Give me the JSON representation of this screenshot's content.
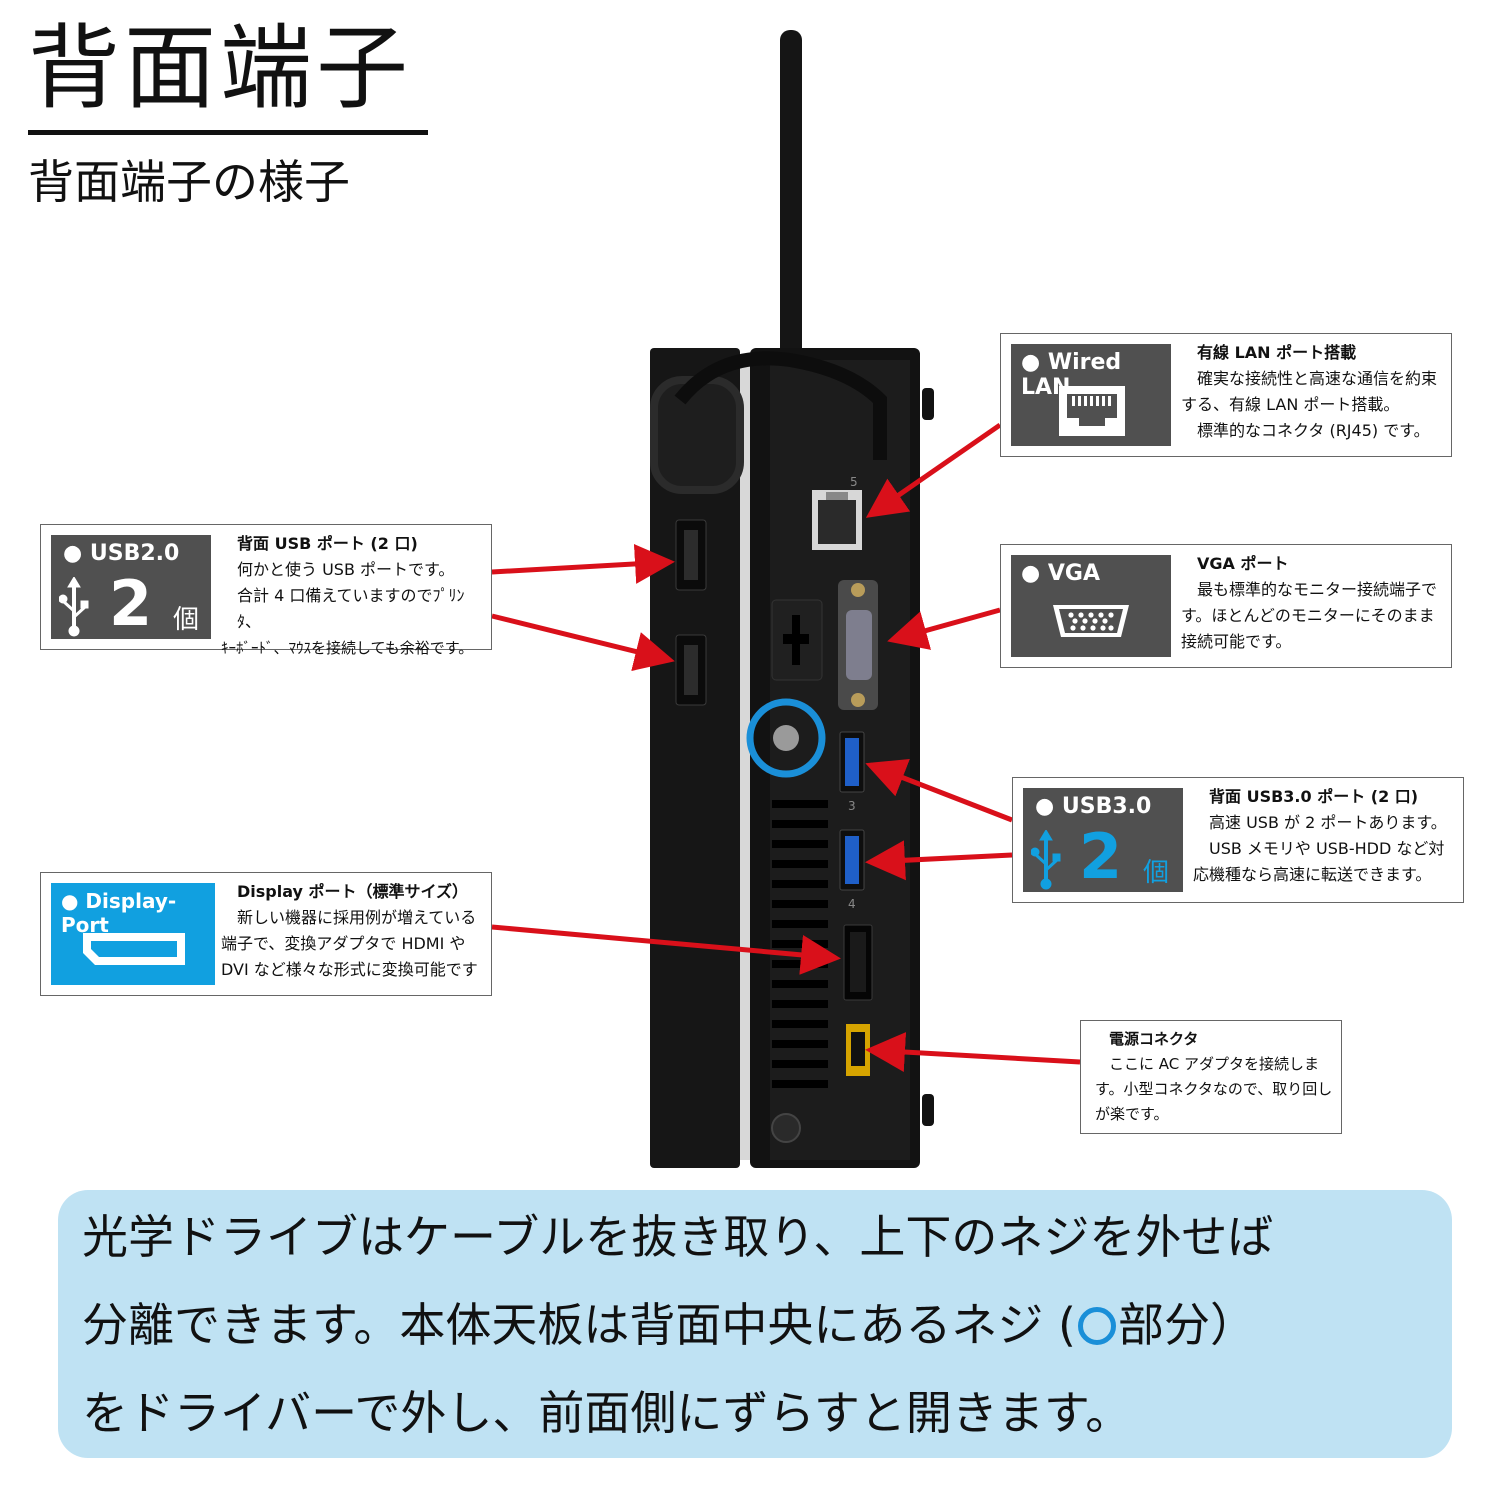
{
  "header": {
    "title": "背面端子",
    "subtitle": "背面端子の様子"
  },
  "colors": {
    "badge_dark": "#505050",
    "badge_blue": "#11a0e0",
    "arrow_red": "#d9101a",
    "ring_blue": "#1a8fd8",
    "bottom_bg": "#bfe2f3"
  },
  "callouts": {
    "usb2": {
      "badge": "● USB2.0",
      "count": "2",
      "unit": "個",
      "icon": "usb-icon",
      "heading": "背面 USB ポート (2 口)",
      "lines": [
        "何かと使う USB ポートです。",
        "合計 4 口備えていますのでﾌﾟﾘﾝﾀ、",
        "ｷｰﾎﾞｰﾄﾞ、ﾏｳｽを接続しても余裕です。"
      ]
    },
    "lan": {
      "badge": "● Wired LAN",
      "icon": "ethernet-port-icon",
      "heading": "有線 LAN ポート搭載",
      "lines": [
        "確実な接続性と高速な通信を約束",
        "する、有線 LAN ポート搭載。",
        "標準的なコネクタ (RJ45) です。"
      ]
    },
    "vga": {
      "badge": "● VGA",
      "icon": "vga-port-icon",
      "heading": "VGA ポート",
      "lines": [
        "最も標準的なモニター接続端子で",
        "す。ほとんどのモニターにそのまま",
        "接続可能です。"
      ]
    },
    "usb3": {
      "badge": "● USB3.0",
      "count": "2",
      "unit": "個",
      "icon": "usb-icon",
      "heading": "背面 USB3.0 ポート (2 口)",
      "lines": [
        "高速 USB が 2 ポートあります。",
        "USB メモリや USB-HDD など対",
        "応機種なら高速に転送できます。"
      ]
    },
    "dp": {
      "badge": "● Display-Port",
      "icon": "displayport-icon",
      "heading": "Display ポート（標準サイズ）",
      "lines": [
        "新しい機器に採用例が増えている",
        "端子で、変換アダプタで HDMI や",
        "DVI など様々な形式に変換可能です"
      ]
    },
    "power": {
      "heading": "電源コネクタ",
      "lines": [
        "ここに AC アダプタを接続しま",
        "す。小型コネクタなので、取り回し",
        "が楽です。"
      ]
    }
  },
  "device": {
    "port_numbers": [
      "5",
      "3",
      "4"
    ]
  },
  "bottom": {
    "line1": "光学ドライブはケーブルを抜き取り、上下のネジを外せば",
    "line2a": "分離できます。本体天板は背面中央にあるネジ (",
    "line2b": "部分）",
    "line3": "をドライバーで外し、前面側にずらすと開きます。"
  }
}
